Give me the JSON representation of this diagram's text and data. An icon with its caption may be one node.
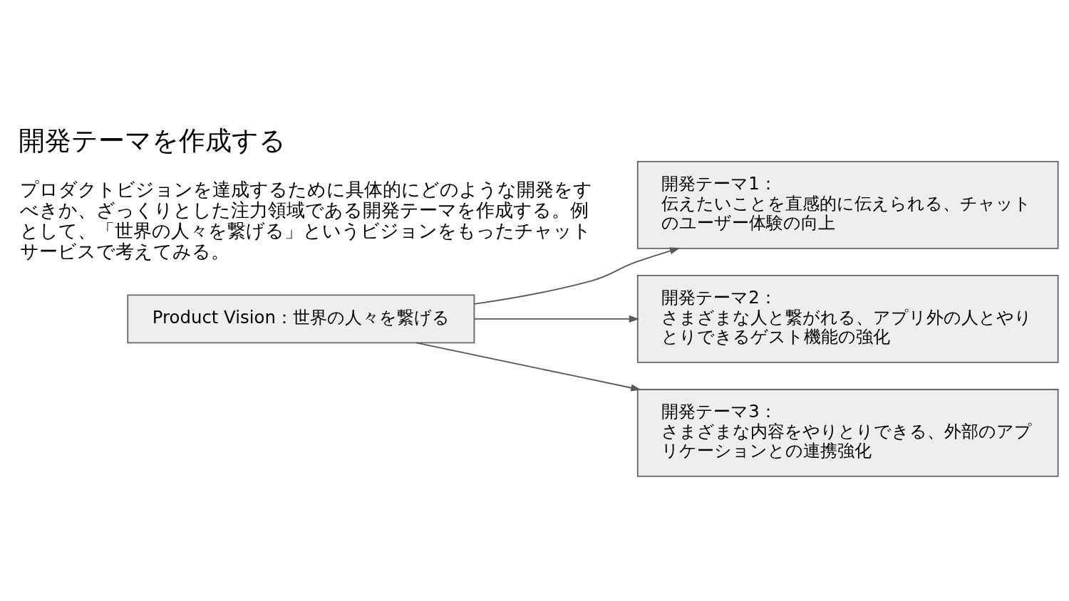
{
  "diagram": {
    "title": "開発テーマを作成する",
    "nodes": [
      {
        "text": [
          "Product Vision：世界の人々を繋げる"
        ]
      },
      {
        "text": [
          "開発テーマ1：",
          "伝えたいことを直感的に伝えられる、チャットのユーザー体験の向上"
        ]
      },
      {
        "text": [
          "開発テーマ2：",
          "さまざまな人と繋がれる、アプリ外の人とやりとりできるゲスト機能の強化"
        ]
      },
      {
        "text": [
          "開発テーマ3：",
          "さまざまな内容をやりとりできる、外部のアプリケーションとの連携強化"
        ]
      }
    ],
    "edges": [
      {
        "from": 0,
        "to": 1,
        "arrow": "to"
      },
      {
        "from": 0,
        "to": 2,
        "arrow": "to"
      },
      {
        "from": 0,
        "to": 3,
        "arrow": "to"
      }
    ],
    "labels": [
      "プロダクトビジョンを達成するために具体的にどのような開発をすべきか、ざっくりとした注力領域である開発テーマを作成する。例として、「世界の人々を繋げる」というビジョンをもったチャットサービスで考えてみる。"
    ]
  }
}
